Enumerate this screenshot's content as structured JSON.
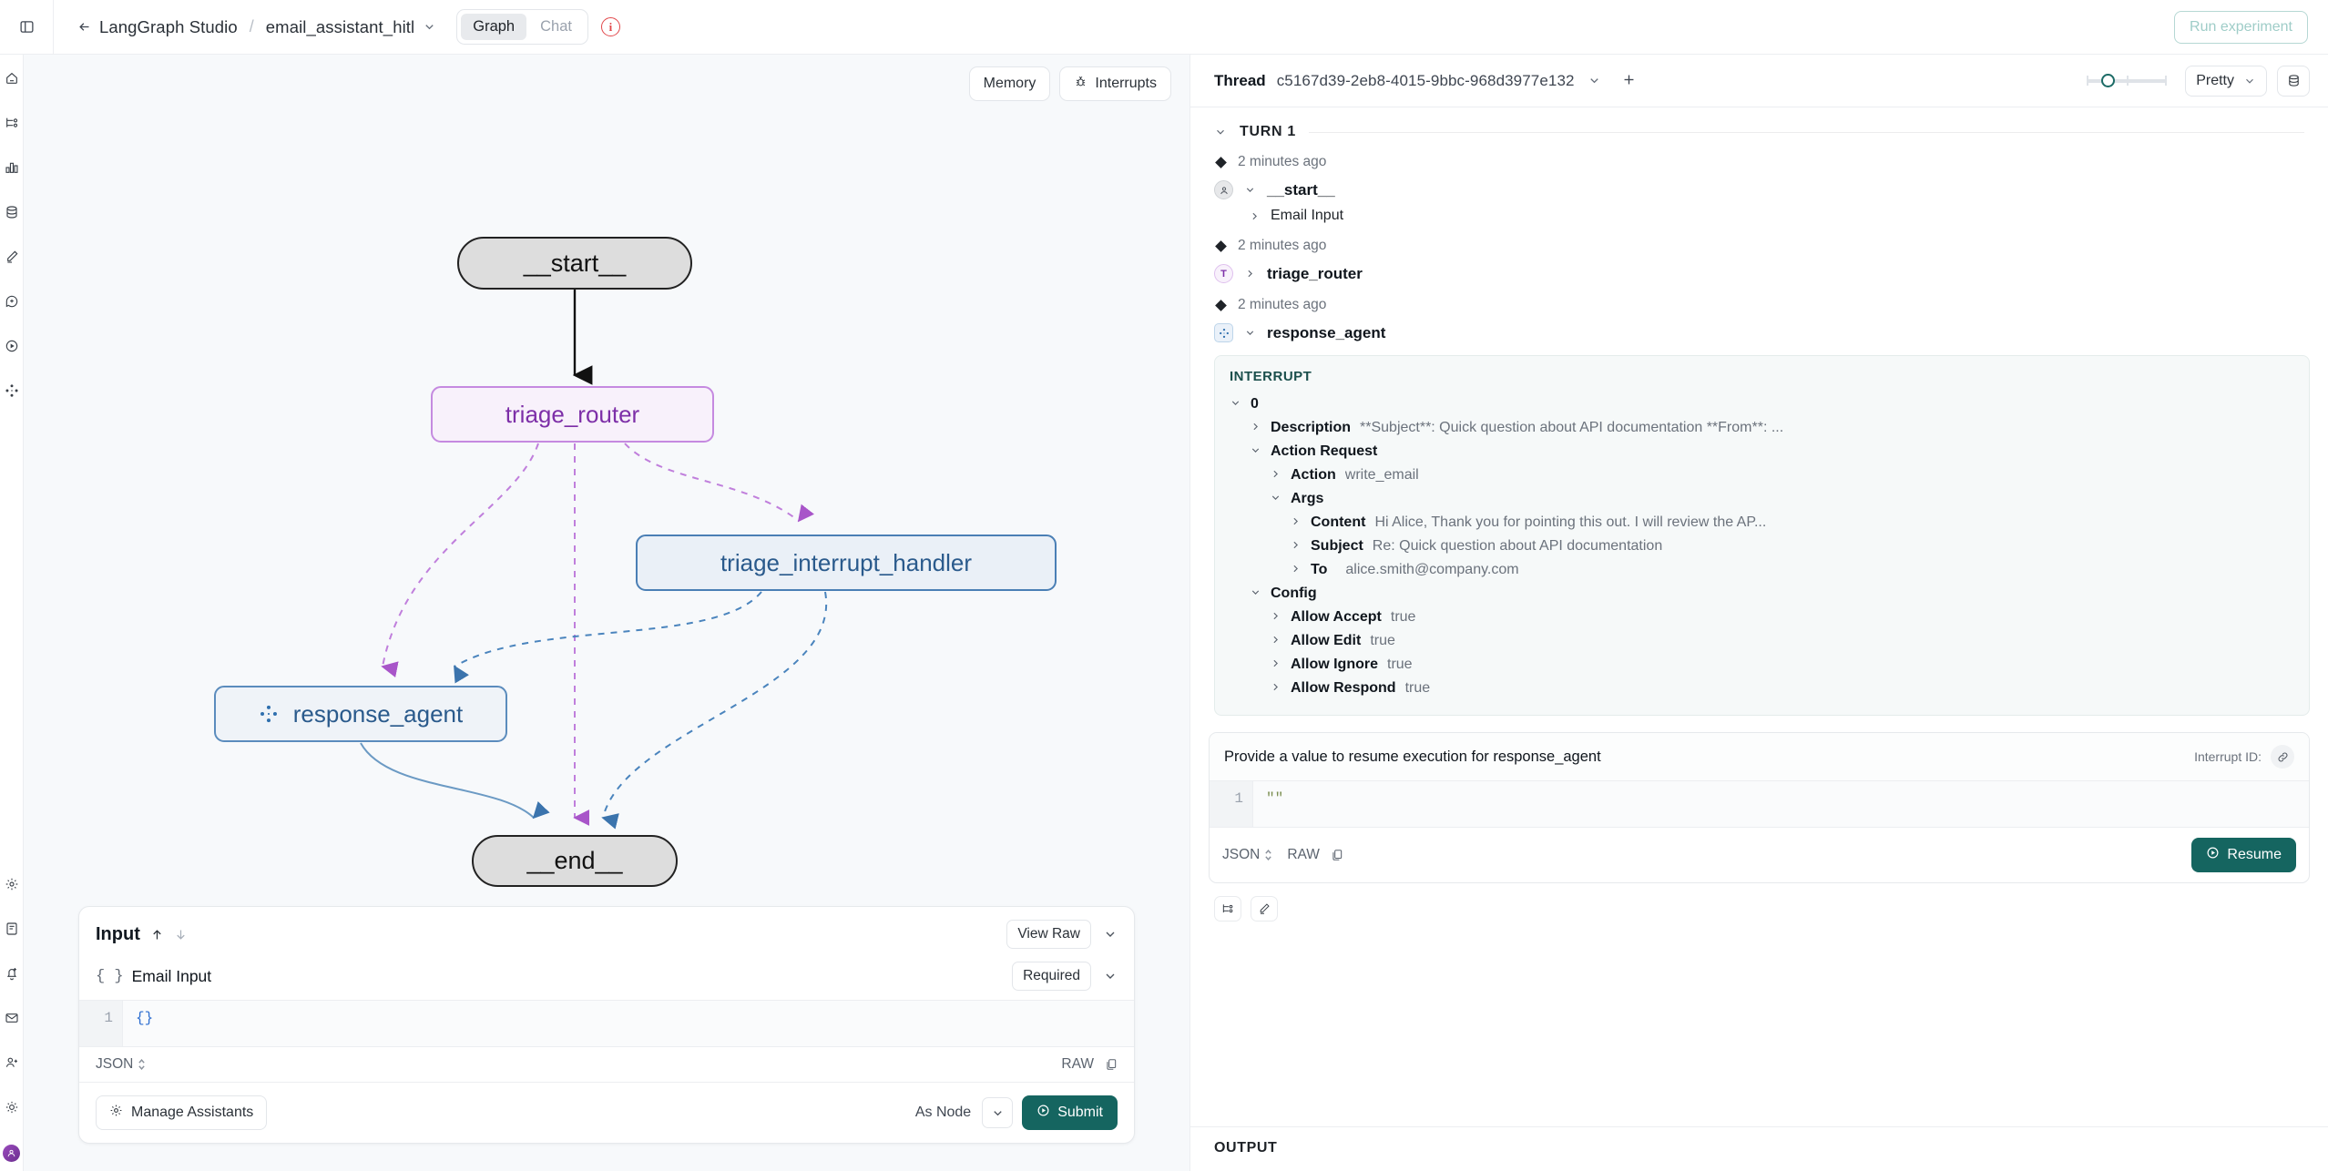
{
  "topbar": {
    "panel_toggle_icon": "sidebar-toggle-icon",
    "back_icon": "arrow-left-icon",
    "app_name": "LangGraph Studio",
    "separator": "/",
    "graph_name": "email_assistant_hitl",
    "tabs": [
      {
        "label": "Graph",
        "active": true
      },
      {
        "label": "Chat",
        "active": false
      }
    ],
    "info_glyph": "i",
    "run_experiment_label": "Run experiment"
  },
  "rail": {
    "top_icons": [
      "home-icon",
      "graph-icon",
      "chart-icon",
      "database-icon",
      "pencil-icon",
      "plus-circle-icon",
      "play-circle-icon",
      "agent-icon"
    ],
    "bottom_icons": [
      "gear-icon",
      "docs-icon",
      "bell-plus-icon",
      "mail-icon",
      "user-plus-icon",
      "sun-icon"
    ],
    "avatar_icon": "user-avatar"
  },
  "graph": {
    "memory_label": "Memory",
    "interrupts_label": "Interrupts",
    "interrupts_icon": "bug-icon",
    "nodes": [
      {
        "id": "start",
        "label": "__start__"
      },
      {
        "id": "triage_router",
        "label": "triage_router"
      },
      {
        "id": "triage_interrupt_handler",
        "label": "triage_interrupt_handler"
      },
      {
        "id": "response_agent",
        "label": "response_agent",
        "icon": "agent-icon"
      },
      {
        "id": "end",
        "label": "__end__"
      }
    ],
    "colors": {
      "purple": "#c58ae0",
      "purple_text": "#7d2fa8",
      "blue": "#4a7fb5",
      "blue_text": "#2a5a8c",
      "start_end_fill": "#dddddd",
      "canvas_bg": "#f7f9fb"
    }
  },
  "input_dock": {
    "title": "Input",
    "up_icon": "arrow-up-icon",
    "down_icon": "arrow-down-icon",
    "view_raw_label": "View Raw",
    "collapse_icon": "chevron-down-icon",
    "field_brace": "{ }",
    "field_label": "Email Input",
    "required_label": "Required",
    "field_collapse_icon": "chevron-down-icon",
    "editor": {
      "line_number": "1",
      "content": "{}"
    },
    "format_label": "JSON",
    "raw_label": "RAW",
    "copy_icon": "copy-icon",
    "manage_assistants_label": "Manage Assistants",
    "manage_assistants_icon": "gear-icon",
    "as_node_label": "As Node",
    "as_node_chevron": "chevron-down-icon",
    "submit_label": "Submit",
    "submit_icon": "play-icon"
  },
  "thread": {
    "label": "Thread",
    "id": "c5167d39-2eb8-4015-9bbc-968d3977e132",
    "chevron_icon": "chevron-down-icon",
    "new_thread_icon": "plus-icon",
    "slider_value": "1",
    "format_label": "Pretty",
    "format_chevron": "chevron-down-icon",
    "db_icon": "database-icon",
    "turn_label": "TURN 1",
    "turn_chevron": "chevron-down-icon",
    "events": [
      {
        "timestamp": "2 minutes ago",
        "node": "__start__",
        "badge": "user-icon",
        "badge_kind": "circle",
        "expanded": true,
        "children": [
          {
            "label": "Email Input"
          }
        ]
      },
      {
        "timestamp": "2 minutes ago",
        "node": "triage_router",
        "badge": "T",
        "badge_kind": "letter",
        "expanded": false,
        "children": []
      },
      {
        "timestamp": "2 minutes ago",
        "node": "response_agent",
        "badge": "agent-icon",
        "badge_kind": "square",
        "expanded": true,
        "children": []
      }
    ],
    "interrupt": {
      "title": "INTERRUPT",
      "index_label": "0",
      "description_key": "Description",
      "description_value": "**Subject**: Quick question about API documentation **From**: ...",
      "action_request_key": "Action Request",
      "action_key": "Action",
      "action_value": "write_email",
      "args_key": "Args",
      "args": [
        {
          "key": "Content",
          "value": "Hi Alice, Thank you for pointing this out. I will review the AP..."
        },
        {
          "key": "Subject",
          "value": "Re: Quick question about API documentation"
        },
        {
          "key": "To",
          "value": "alice.smith@company.com"
        }
      ],
      "config_key": "Config",
      "config": [
        {
          "key": "Allow Accept",
          "value": "true"
        },
        {
          "key": "Allow Edit",
          "value": "true"
        },
        {
          "key": "Allow Ignore",
          "value": "true"
        },
        {
          "key": "Allow Respond",
          "value": "true"
        }
      ]
    },
    "resume": {
      "title": "Provide a value to resume execution for response_agent",
      "interrupt_id_label": "Interrupt ID:",
      "link_icon": "link-icon",
      "editor": {
        "line_number": "1",
        "content": "\"\""
      },
      "format_label": "JSON",
      "raw_label": "RAW",
      "copy_icon": "copy-icon",
      "resume_label": "Resume",
      "resume_icon": "play-icon"
    },
    "mini_tools": [
      "graph-icon",
      "pencil-icon"
    ],
    "output_label": "OUTPUT"
  }
}
